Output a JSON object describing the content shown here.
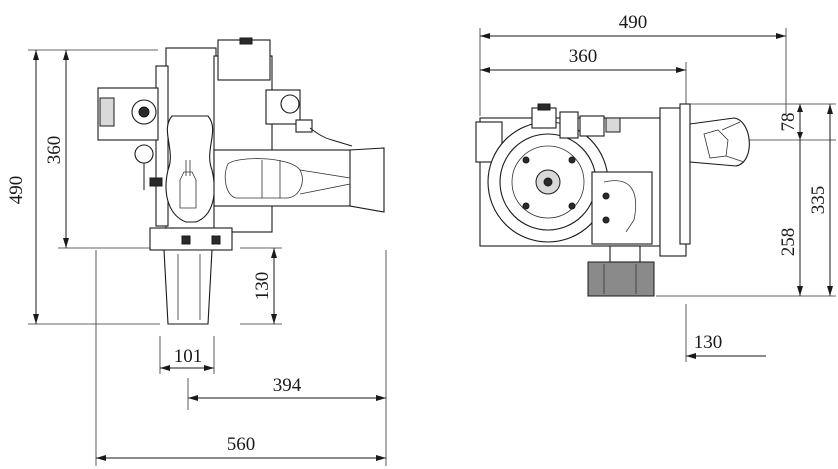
{
  "dimensions": {
    "left_view": {
      "overall_height": "490",
      "upper_height": "360",
      "lower_height": "130",
      "tube_width": "101",
      "tube_to_edge": "394",
      "overall_width": "560"
    },
    "right_view": {
      "overall_width": "490",
      "partial_width": "360",
      "top_offset": "78",
      "middle_height": "258",
      "total_height": "335",
      "flange_width": "130"
    }
  },
  "colors": {
    "line": "#1a1a1a",
    "background": "#ffffff"
  }
}
